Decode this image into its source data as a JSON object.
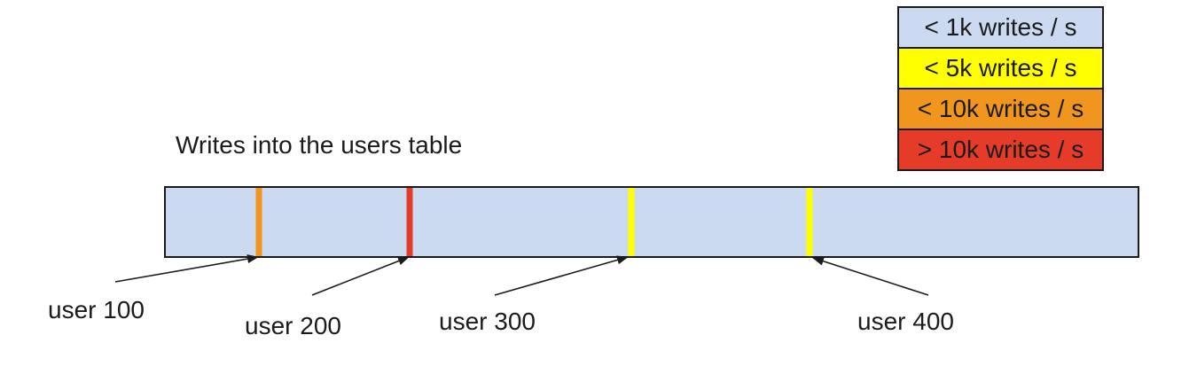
{
  "diagram": {
    "title": "Writes into the users table",
    "legend": [
      {
        "label": "< 1k writes / s",
        "color": "#CBD9F1"
      },
      {
        "label": "< 5k writes / s",
        "color": "#FFFF00"
      },
      {
        "label": "< 10k writes / s",
        "color": "#F0951E"
      },
      {
        "label": "> 10k writes / s",
        "color": "#E53B28"
      }
    ],
    "bar": {
      "fill": "#CBD9F1",
      "markers": [
        {
          "label": "user 100",
          "color": "#F0951E",
          "left": "9.6%"
        },
        {
          "label": "user 200",
          "color": "#E53B28",
          "left": "25.1%"
        },
        {
          "label": "user 300",
          "color": "#FFFF00",
          "left": "47.9%"
        },
        {
          "label": "user 400",
          "color": "#FFFF00",
          "left": "66.2%"
        }
      ]
    }
  }
}
